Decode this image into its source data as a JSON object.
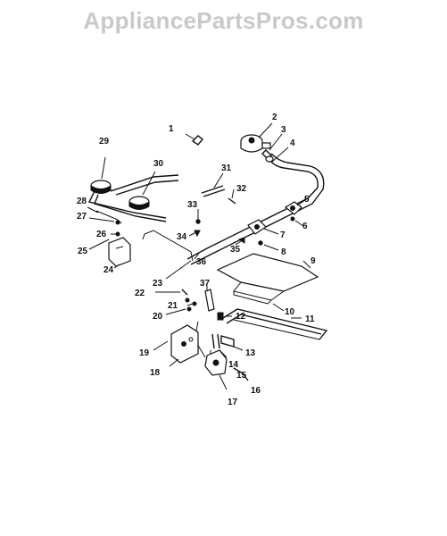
{
  "watermark": "AppliancePartsPros.com",
  "callouts": [
    {
      "id": "c1",
      "text": "1"
    },
    {
      "id": "c2",
      "text": "2"
    },
    {
      "id": "c3",
      "text": "3"
    },
    {
      "id": "c4",
      "text": "4"
    },
    {
      "id": "c5",
      "text": "5"
    },
    {
      "id": "c6",
      "text": "6"
    },
    {
      "id": "c7",
      "text": "7"
    },
    {
      "id": "c8",
      "text": "8"
    },
    {
      "id": "c9",
      "text": "9"
    },
    {
      "id": "c10",
      "text": "10"
    },
    {
      "id": "c11",
      "text": "11"
    },
    {
      "id": "c12",
      "text": "12"
    },
    {
      "id": "c13",
      "text": "13"
    },
    {
      "id": "c14",
      "text": "14"
    },
    {
      "id": "c15",
      "text": "15"
    },
    {
      "id": "c16",
      "text": "16"
    },
    {
      "id": "c17",
      "text": "17"
    },
    {
      "id": "c18",
      "text": "18"
    },
    {
      "id": "c19",
      "text": "19"
    },
    {
      "id": "c20",
      "text": "20"
    },
    {
      "id": "c21",
      "text": "21"
    },
    {
      "id": "c22",
      "text": "22"
    },
    {
      "id": "c23",
      "text": "23"
    },
    {
      "id": "c24",
      "text": "24"
    },
    {
      "id": "c25",
      "text": "25"
    },
    {
      "id": "c26",
      "text": "26"
    },
    {
      "id": "c27",
      "text": "27"
    },
    {
      "id": "c28",
      "text": "28"
    },
    {
      "id": "c29",
      "text": "29"
    },
    {
      "id": "c30",
      "text": "30"
    },
    {
      "id": "c31",
      "text": "31"
    },
    {
      "id": "c32",
      "text": "32"
    },
    {
      "id": "c33",
      "text": "33"
    },
    {
      "id": "c34",
      "text": "34"
    },
    {
      "id": "c35",
      "text": "35"
    },
    {
      "id": "c36",
      "text": "36"
    },
    {
      "id": "c37",
      "text": "37"
    }
  ]
}
